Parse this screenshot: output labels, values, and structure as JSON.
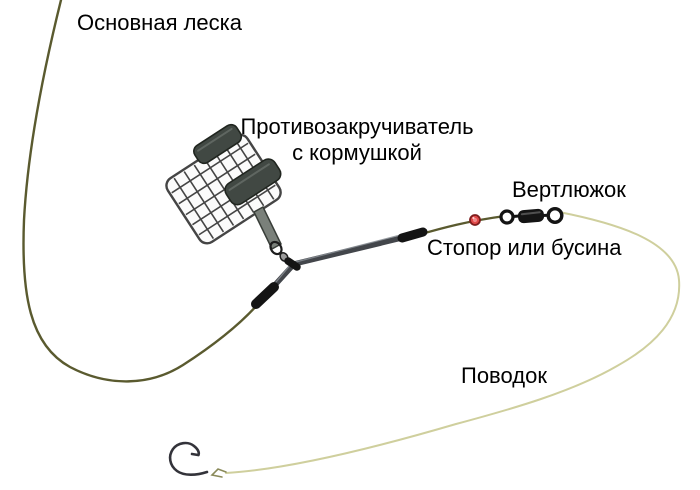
{
  "figure": {
    "type": "fishing-feeder-rig-diagram",
    "background": "#ffffff",
    "labels": {
      "main_line": "Основная леска",
      "anti_twist_line1": "Противозакручиватель",
      "anti_twist_line2": "с кормушкой",
      "swivel": "Вертлюжок",
      "stopper": "Стопор или бусина",
      "leader": "Поводок"
    },
    "colors": {
      "text": "#000000",
      "main_line": "#5a5a2f",
      "leader_line": "#cfcf9d",
      "tube": "#43464b",
      "tube_highlight": "#878d93",
      "sleeve": "#141414",
      "mesh_wire": "#454545",
      "cage_fill": "#fbfbfb",
      "weight_fill": "#414843",
      "weight_edge": "#20251f",
      "weight_highlight": "#6d746e",
      "metal_strip": "#7a807a",
      "metal_strip_edge": "#383d38",
      "clip_metal": "#1d1d1d",
      "swivel_black": "#141414",
      "bead_fill": "#e04848",
      "bead_edge": "#7e1d1d",
      "bead_center": "#f08a8a",
      "hook": "#33333a",
      "knot": "#8a8a5a"
    }
  }
}
